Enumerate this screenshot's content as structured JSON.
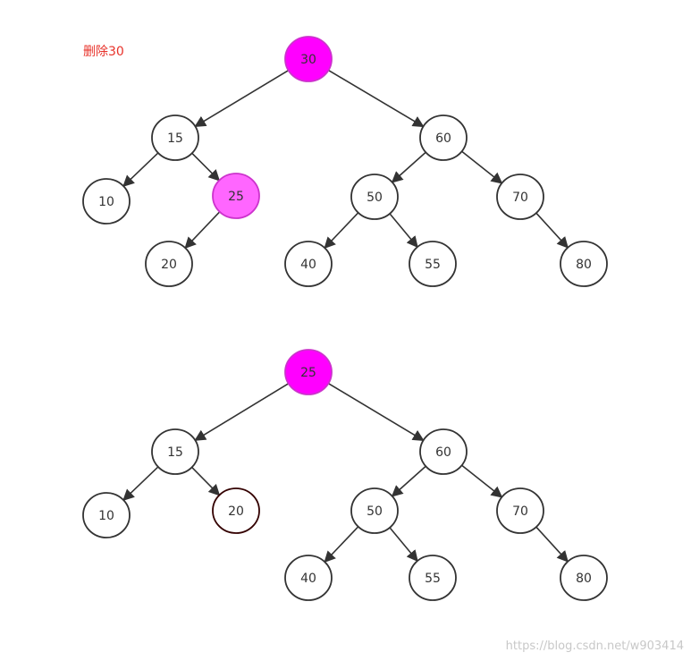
{
  "caption": "删除30",
  "watermark": "https://blog.csdn.net/w903414",
  "colors": {
    "edge": "#333333",
    "node_stroke": "#333333",
    "node_fill": "#ffffff",
    "highlight_primary": "#ff00ff",
    "highlight_secondary": "#ff66ff",
    "highlight_stroke": "#cc33cc",
    "replaced_stroke": "#330000",
    "caption": "#e8322a"
  },
  "trees": [
    {
      "id": "before",
      "nodes": [
        {
          "id": "n30",
          "label": "30",
          "style": "primary"
        },
        {
          "id": "n15",
          "label": "15",
          "style": "normal"
        },
        {
          "id": "n60",
          "label": "60",
          "style": "normal"
        },
        {
          "id": "n10",
          "label": "10",
          "style": "normal"
        },
        {
          "id": "n25",
          "label": "25",
          "style": "secondary"
        },
        {
          "id": "n50",
          "label": "50",
          "style": "normal"
        },
        {
          "id": "n70",
          "label": "70",
          "style": "normal"
        },
        {
          "id": "n20",
          "label": "20",
          "style": "normal"
        },
        {
          "id": "n40",
          "label": "40",
          "style": "normal"
        },
        {
          "id": "n55",
          "label": "55",
          "style": "normal"
        },
        {
          "id": "n80",
          "label": "80",
          "style": "normal"
        }
      ],
      "edges": [
        [
          "n30",
          "n15"
        ],
        [
          "n30",
          "n60"
        ],
        [
          "n15",
          "n10"
        ],
        [
          "n15",
          "n25"
        ],
        [
          "n25",
          "n20"
        ],
        [
          "n60",
          "n50"
        ],
        [
          "n60",
          "n70"
        ],
        [
          "n50",
          "n40"
        ],
        [
          "n50",
          "n55"
        ],
        [
          "n70",
          "n80"
        ]
      ]
    },
    {
      "id": "after",
      "nodes": [
        {
          "id": "n25",
          "label": "25",
          "style": "primary"
        },
        {
          "id": "n15",
          "label": "15",
          "style": "normal"
        },
        {
          "id": "n60",
          "label": "60",
          "style": "normal"
        },
        {
          "id": "n10",
          "label": "10",
          "style": "normal"
        },
        {
          "id": "n20",
          "label": "20",
          "style": "replaced"
        },
        {
          "id": "n50",
          "label": "50",
          "style": "normal"
        },
        {
          "id": "n70",
          "label": "70",
          "style": "normal"
        },
        {
          "id": "n40",
          "label": "40",
          "style": "normal"
        },
        {
          "id": "n55",
          "label": "55",
          "style": "normal"
        },
        {
          "id": "n80",
          "label": "80",
          "style": "normal"
        }
      ],
      "edges": [
        [
          "n25",
          "n15"
        ],
        [
          "n25",
          "n60"
        ],
        [
          "n15",
          "n10"
        ],
        [
          "n15",
          "n20"
        ],
        [
          "n60",
          "n50"
        ],
        [
          "n60",
          "n70"
        ],
        [
          "n50",
          "n40"
        ],
        [
          "n50",
          "n55"
        ],
        [
          "n70",
          "n80"
        ]
      ]
    }
  ]
}
